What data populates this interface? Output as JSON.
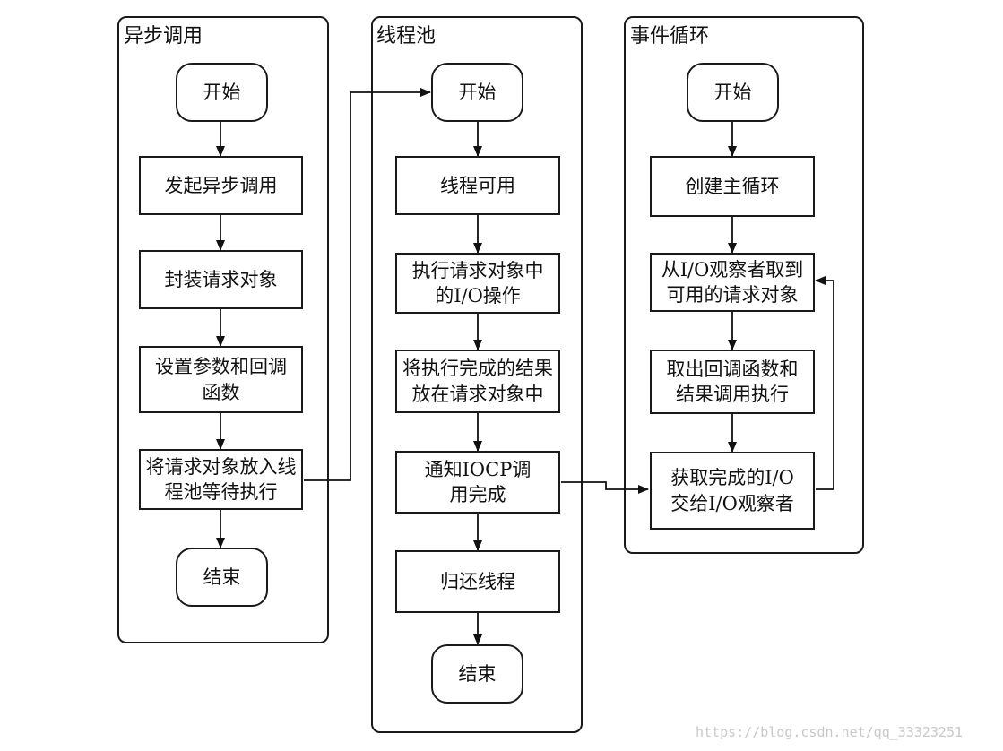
{
  "lanes": {
    "async": {
      "title": "异步调用",
      "start": "开始",
      "steps": [
        "发起异步调用",
        "封装请求对象",
        "设置参数和回调函数",
        "将请求对象放入线程池等待执行"
      ],
      "end": "结束"
    },
    "pool": {
      "title": "线程池",
      "start": "开始",
      "steps": [
        "线程可用",
        "执行请求对象中的I/O操作",
        "将执行完成的结果放在请求对象中",
        "通知IOCP调用完成",
        "归还线程"
      ],
      "end": "结束"
    },
    "loop": {
      "title": "事件循环",
      "start": "开始",
      "steps": [
        "创建主循环",
        "从I/O观察者取到可用的请求对象",
        "取出回调函数和结果调用执行",
        "获取完成的I/O交给I/O观察者"
      ]
    }
  },
  "watermark": "https://blog.csdn.net/qq_33323251"
}
